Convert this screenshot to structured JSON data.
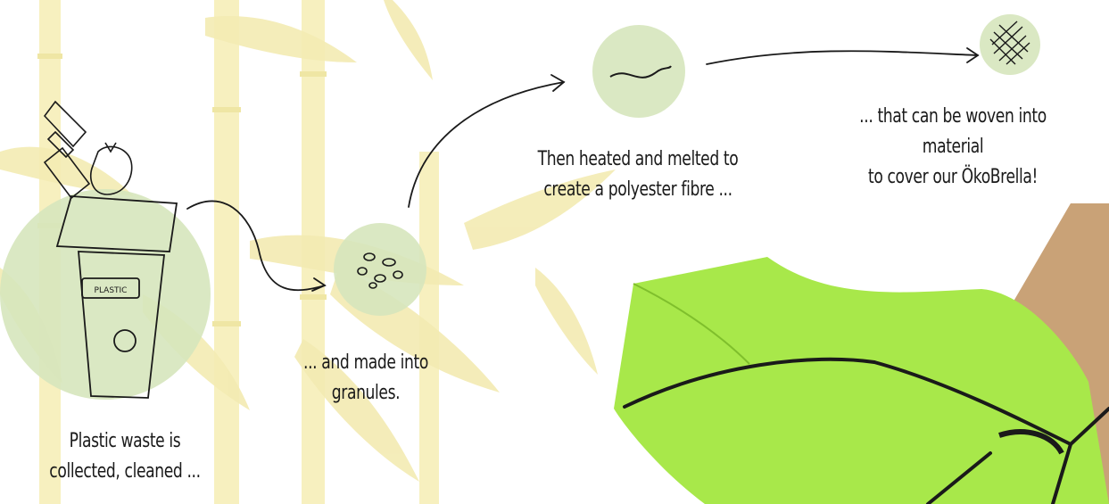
{
  "steps": [
    {
      "caption_line1": "Plastic waste is",
      "caption_line2": "collected, cleaned ..."
    },
    {
      "caption_line1": "... and made into",
      "caption_line2": "granules."
    },
    {
      "caption_line1": "Then heated and melted to",
      "caption_line2": "create a polyester fibre ..."
    },
    {
      "caption_line1": "... that can be woven into material",
      "caption_line2": "to cover our ÖkoBrella!"
    }
  ],
  "bin_label": "PLASTIC",
  "colors": {
    "bamboo": "#f6efb6",
    "leaf": "#eee7a2",
    "blot": "#d6e5bd",
    "umbrella": "#a8e84a",
    "ink": "#1a1a1a"
  },
  "icons": [
    "plastic-bottles-icon",
    "recycling-bin-icon",
    "granules-icon",
    "fibre-icon",
    "woven-material-icon",
    "umbrella-photo",
    "cork-photo"
  ]
}
